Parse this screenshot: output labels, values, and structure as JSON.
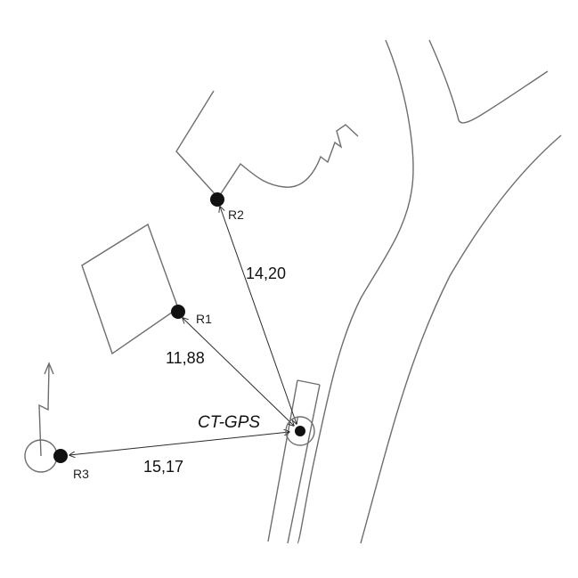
{
  "points": {
    "r1": {
      "label": "R1"
    },
    "r2": {
      "label": "R2"
    },
    "r3": {
      "label": "R3"
    }
  },
  "station": {
    "label": "CT-GPS"
  },
  "distances": {
    "r2": "14,20",
    "r1": "11,88",
    "r3": "15,17"
  }
}
